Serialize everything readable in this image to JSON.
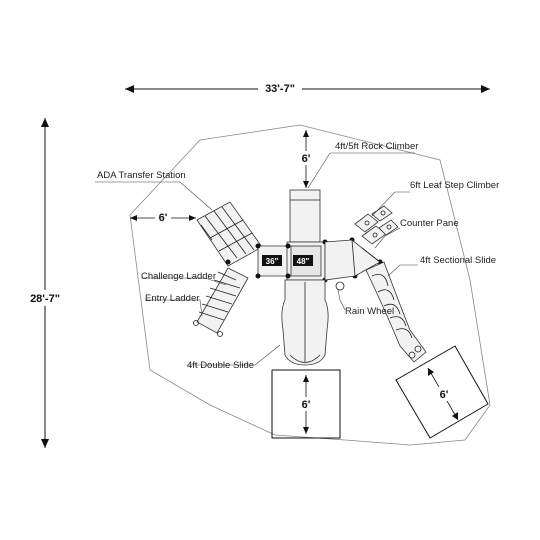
{
  "dimensions": {
    "overall_width": "33'-7\"",
    "overall_depth": "28'-7\"",
    "clearance_top": "6'",
    "clearance_left": "6'",
    "clearance_slide": "6'",
    "clearance_sectional": "6'"
  },
  "labels": {
    "rock_climber": "4ft/5ft Rock Climber",
    "ada_transfer": "ADA Transfer Station",
    "leaf_step": "6ft Leaf Step Climber",
    "counter_pane": "Counter Pane",
    "sectional_slide": "4ft Sectional Slide",
    "challenge_ladder": "Challenge Ladder",
    "entry_ladder": "Entry Ladder",
    "rain_wheel": "Rain Wheel",
    "double_slide": "4ft Double Slide"
  },
  "decks": {
    "deck_36": "36\"",
    "deck_48": "48\""
  },
  "colors": {
    "line": "#222222",
    "deck_label_bg": "#111111",
    "component_fill": "#f2f2f2"
  }
}
